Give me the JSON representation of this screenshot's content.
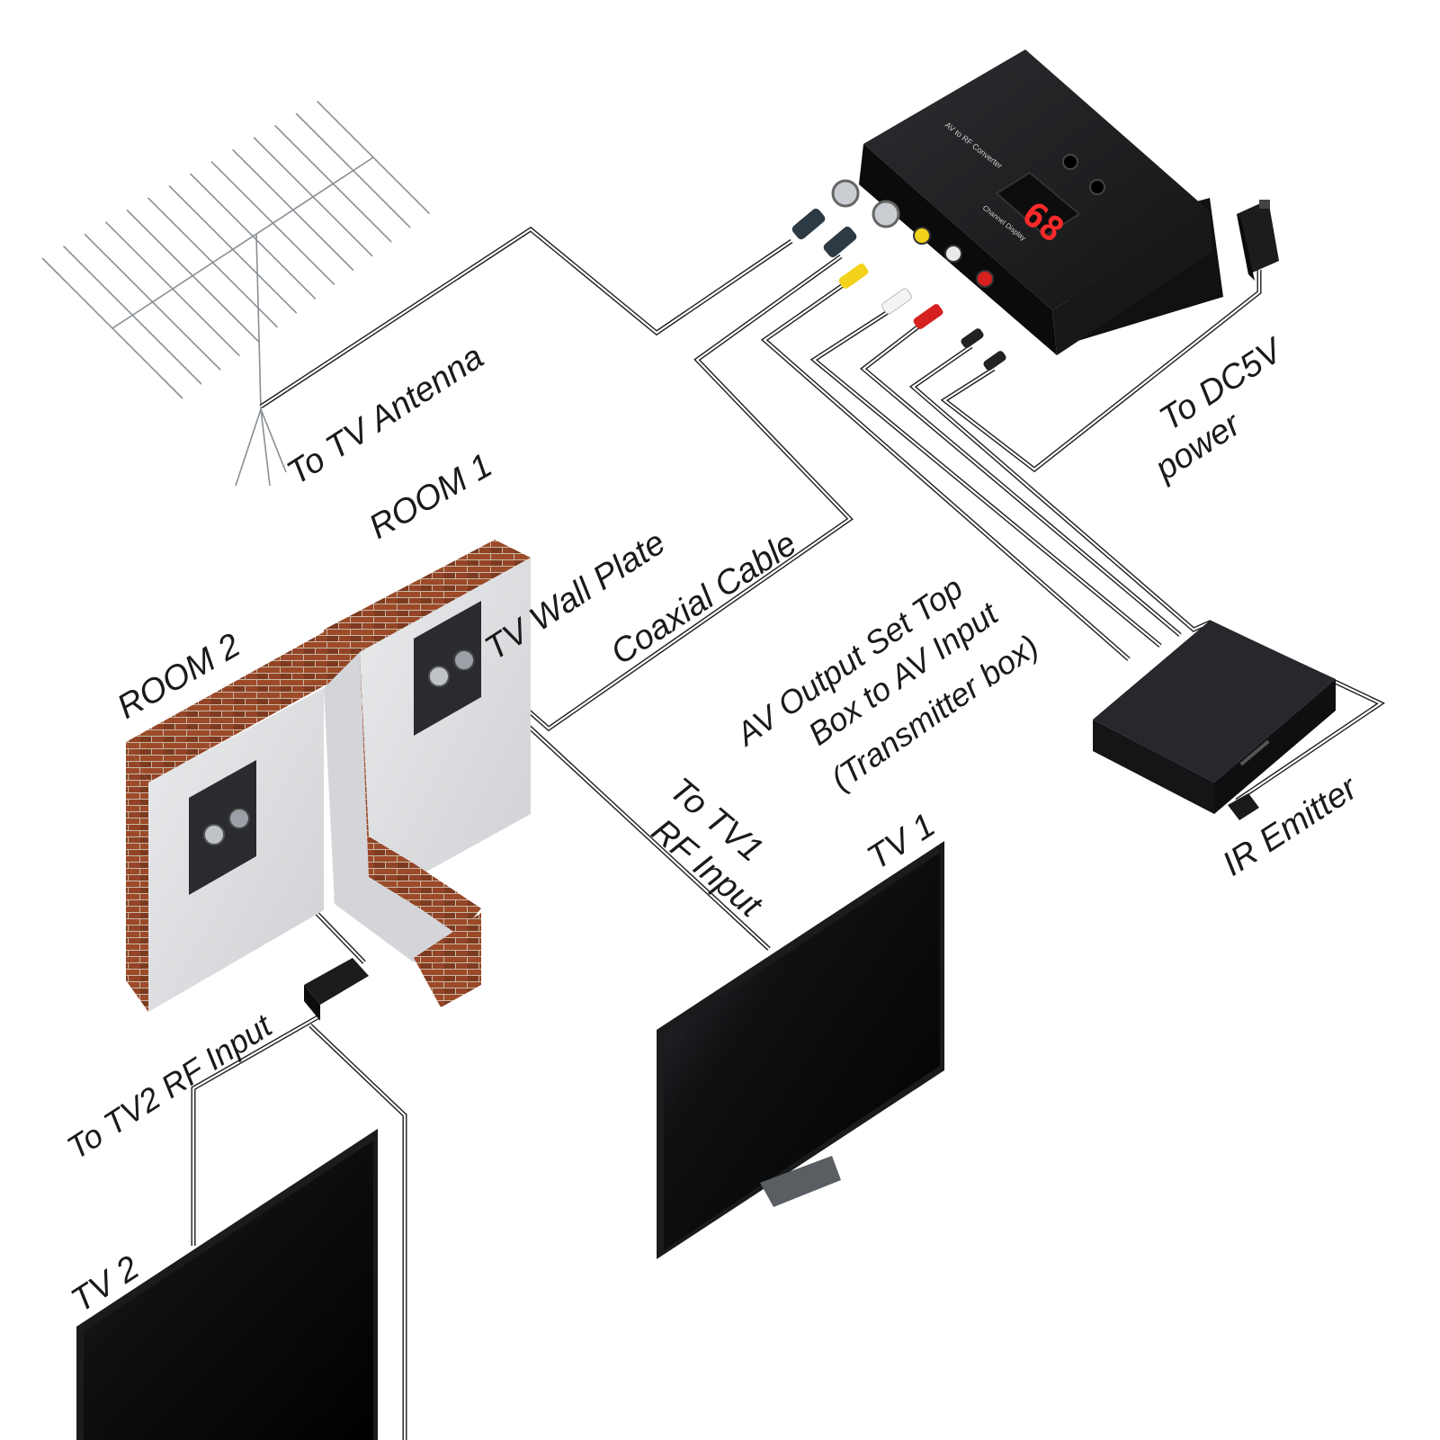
{
  "labels": {
    "to_tv_antenna": "To TV Antenna",
    "room_1": "ROOM 1",
    "room_2": "ROOM 2",
    "tv_wall_plate": "TV Wall Plate",
    "coaxial_cable": "Coaxial Cable",
    "av_output_line1": "AV Output Set Top",
    "av_output_line2": "Box to AV Input",
    "av_output_line3": "(Transmitter box)",
    "to_dc5v_line1": "To DC5V",
    "to_dc5v_line2": "power",
    "ir_emitter": "IR Emitter",
    "to_tv1_line1": "To TV1",
    "to_tv1_line2": "RF Input",
    "tv1": "TV 1",
    "to_tv2_rf_input": "To TV2 RF Input",
    "tv2": "TV 2"
  },
  "modulator": {
    "display_value": "68",
    "title": "AV to RF Converter",
    "display_caption": "Channel Display"
  },
  "colors": {
    "device_body": "#1c1c1e",
    "brick": "#8b3f22",
    "mortar": "#c9b8a8",
    "wall_face": "#dfe0e2",
    "led": "#ff2a2a",
    "rca_yellow": "#f2d21a",
    "rca_white": "#f4f4f4",
    "rca_red": "#d62020"
  }
}
